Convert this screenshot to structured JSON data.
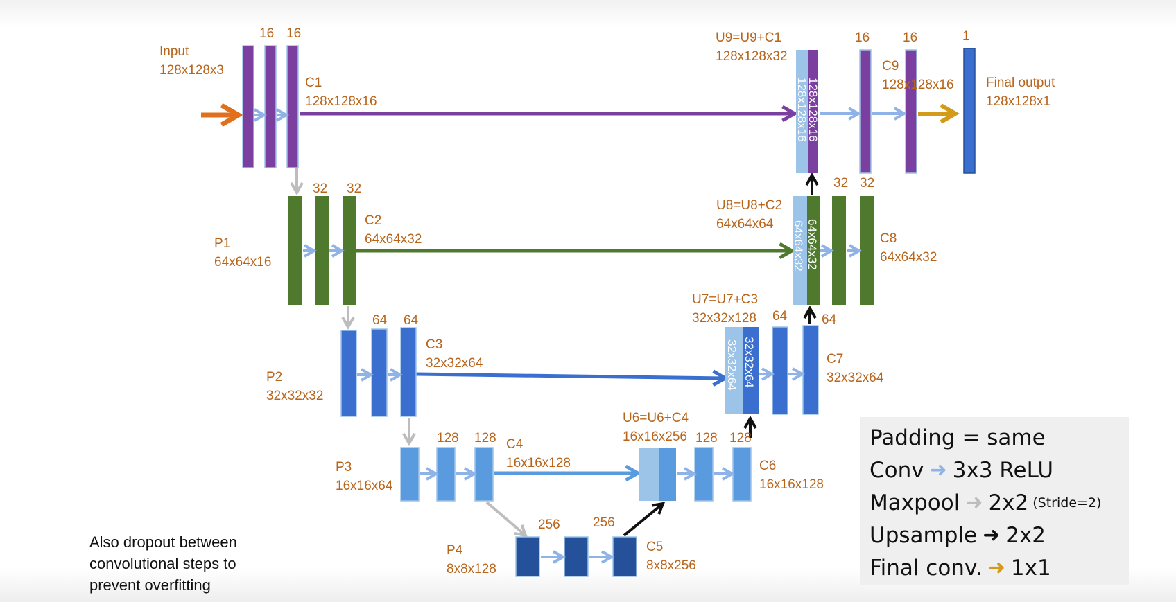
{
  "colors": {
    "purple": "#7b3fa0",
    "green": "#4f7a2e",
    "blue": "#3a6fcf",
    "light_blue": "#5a9be0",
    "pale_blue": "#9cc3e8",
    "dark_blue": "#25519a",
    "label": "#b8651c",
    "conv_arrow": "#8fb3e6",
    "maxpool_arrow": "#bdbdbd",
    "upsample_arrow": "#111111",
    "final_arrow": "#d49a1a",
    "input_arrow": "#e0701c"
  },
  "labels": {
    "input": [
      "Input",
      "128x128x3"
    ],
    "c1": [
      "C1",
      "128x128x16"
    ],
    "c1_f1": "16",
    "c1_f2": "16",
    "p1": [
      "P1",
      "64x64x16"
    ],
    "c2": [
      "C2",
      "64x64x32"
    ],
    "c2_f1": "32",
    "c2_f2": "32",
    "p2": [
      "P2",
      "32x32x32"
    ],
    "c3": [
      "C3",
      "32x32x64"
    ],
    "c3_f1": "64",
    "c3_f2": "64",
    "p3": [
      "P3",
      "16x16x64"
    ],
    "c4": [
      "C4",
      "16x16x128"
    ],
    "c4_f1": "128",
    "c4_f2": "128",
    "p4": [
      "P4",
      "8x8x128"
    ],
    "c5": [
      "C5",
      "8x8x256"
    ],
    "c5_f1": "256",
    "c5_f2": "256",
    "u6": [
      "U6=U6+C4",
      "16x16x256"
    ],
    "c6": [
      "C6",
      "16x16x128"
    ],
    "c6_f1": "128",
    "c6_f2": "128",
    "u7": [
      "U7=U7+C3",
      "32x32x128"
    ],
    "c7": [
      "C7",
      "32x32x64"
    ],
    "c7_f1": "64",
    "c7_f2": "64",
    "u8": [
      "U8=U8+C2",
      "64x64x64"
    ],
    "c8": [
      "C8",
      "64x64x32"
    ],
    "c8_f1": "32",
    "c8_f2": "32",
    "u9": [
      "U9=U9+C1",
      "128x128x32"
    ],
    "c9": [
      "C9",
      "128x128x16"
    ],
    "c9_f1": "16",
    "c9_f2": "16",
    "final": [
      "Final output",
      "128x128x1"
    ],
    "final_f": "1",
    "u9_bar_light": "128x128x16",
    "u9_bar_dark": "128x128x16",
    "u8_bar_light": "64x64x32",
    "u8_bar_dark": "64x64x32",
    "u7_bar_light": "32x32x64",
    "u7_bar_dark": "32x32x64"
  },
  "legend": {
    "padding": "Padding = same",
    "conv_label": "Conv",
    "conv_value": "3x3 ReLU",
    "maxpool_label": "Maxpool",
    "maxpool_value": "2x2",
    "maxpool_note": "(Stride=2)",
    "upsample_label": "Upsample",
    "upsample_value": "2x2",
    "final_label": "Final conv.",
    "final_value": "1x1"
  },
  "footnote": {
    "line1": "Also dropout between",
    "line2": "convolutional steps to",
    "line3": "prevent overfitting"
  }
}
